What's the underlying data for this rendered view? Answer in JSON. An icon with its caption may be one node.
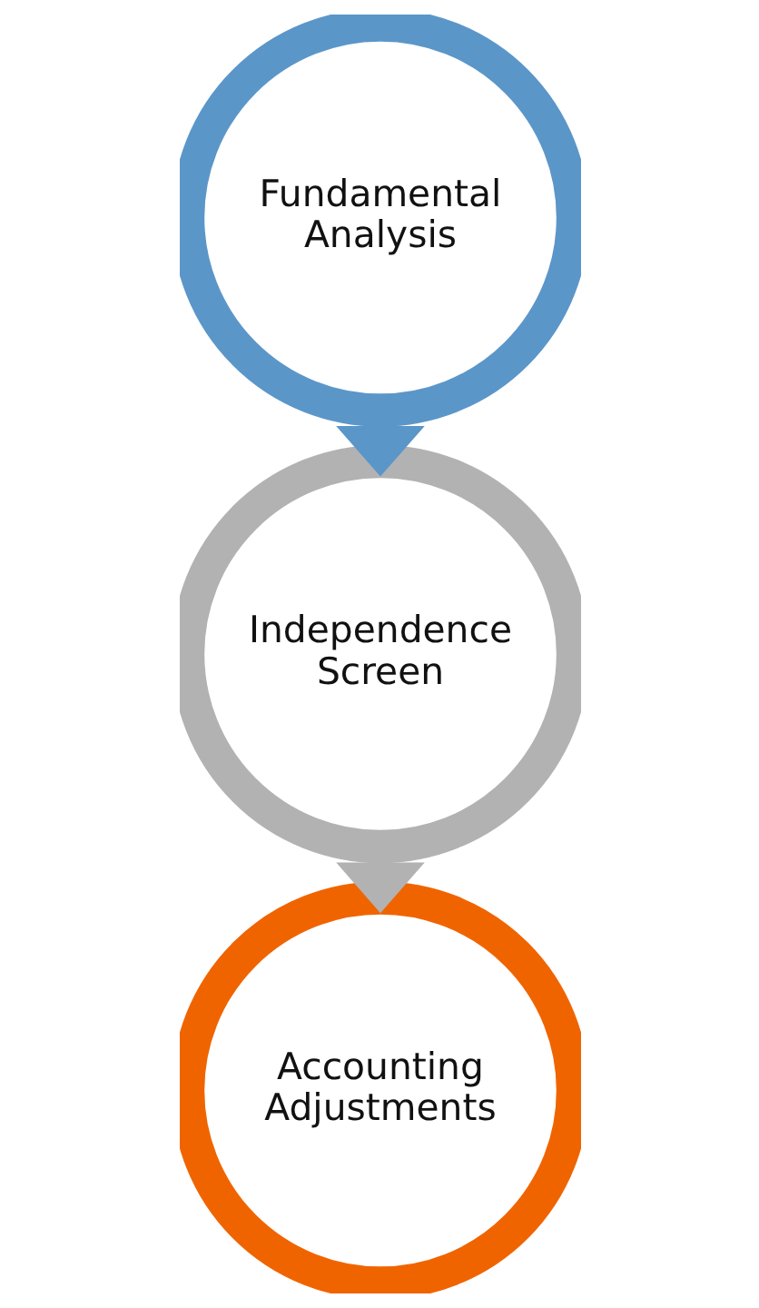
{
  "diagram": {
    "nodes": [
      {
        "text": [
          "Fundamental Analysis"
        ]
      },
      {
        "text": [
          "Independence Screen"
        ]
      },
      {
        "text": [
          "Accounting Adjustments"
        ]
      }
    ],
    "edges": [
      {
        "from": 0,
        "to": 1,
        "arrow": "to",
        "color": "#5b96c9"
      },
      {
        "from": 1,
        "to": 2,
        "arrow": "to",
        "color": "#b2b2b2"
      }
    ]
  }
}
